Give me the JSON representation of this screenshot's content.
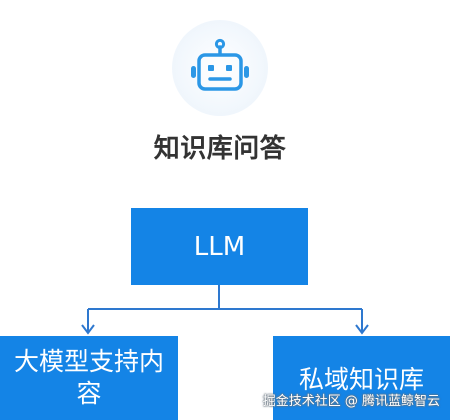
{
  "title": "知识库问答",
  "colors": {
    "node_fill": "#1484e6",
    "connector": "#2e78cf",
    "robot_accent": "#2b97e6",
    "title_text": "#333333"
  },
  "icons": {
    "robot": "robot-icon"
  },
  "nodes": {
    "root": "LLM",
    "left": "大模型支持内容",
    "right": "私域知识库"
  },
  "watermark": "掘金技术社区 @ 腾讯蓝鲸智云"
}
